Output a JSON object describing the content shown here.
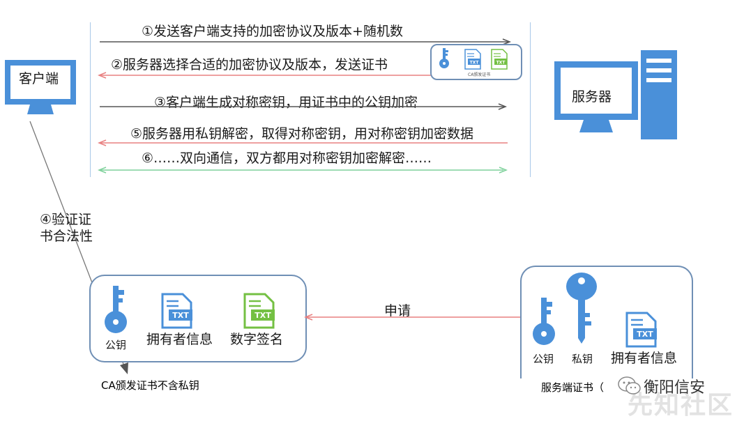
{
  "client": {
    "label": "客户端"
  },
  "server": {
    "label": "服务器"
  },
  "steps": [
    {
      "text": "①发送客户端支持的加密协议及版本+随机数"
    },
    {
      "text": "②服务器选择合适的加密协议及版本，发送证书"
    },
    {
      "text": "③客户端生成对称密钥，用证书中的公钥加密"
    },
    {
      "text": "⑤服务器用私钥解密，取得对称密钥，用对称密钥加密数据"
    },
    {
      "text": "⑥……双向通信，双方都用对称密钥加密解密……"
    }
  ],
  "verify": {
    "line1": "④验证证",
    "line2": "书合法性"
  },
  "small_cert": {
    "caption": "CA颁发证书"
  },
  "ca_cert": {
    "items": [
      "公钥",
      "拥有者信息",
      "数字签名"
    ],
    "caption": "CA颁发证书不含私钥"
  },
  "apply": {
    "label": "申请"
  },
  "server_cert": {
    "items": [
      "公钥",
      "私钥",
      "拥有者信息"
    ],
    "caption": "服务端证书（"
  },
  "watermark": {
    "text": "衡阳信安",
    "background_text": "先知社区"
  },
  "txt_badge": "TXT",
  "colors": {
    "icon_blue": "#4a90d9",
    "doc_green": "#74c043",
    "arrow_dark": "#555555",
    "arrow_red": "#e88080",
    "arrow_green": "#7ed19b",
    "box_border": "#6f8fb5"
  }
}
